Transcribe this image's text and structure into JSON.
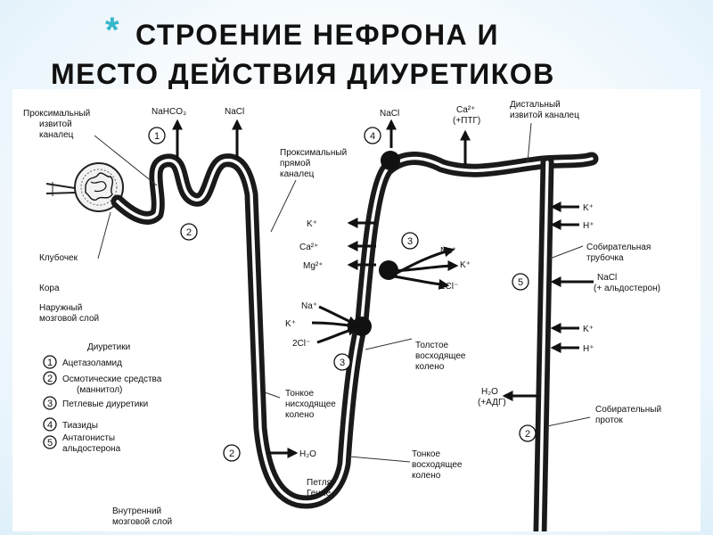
{
  "title": {
    "bullet": "*",
    "line1": "СТРОЕНИЕ НЕФРОНА И",
    "line2": "МЕСТО ДЕЙСТВИЯ ДИУРЕТИКОВ"
  },
  "diagram": {
    "segments": {
      "proximal_convoluted_1": "Проксимальный",
      "proximal_convoluted_2": "извитой",
      "proximal_convoluted_3": "каналец",
      "proximal_straight_1": "Проксимальный",
      "proximal_straight_2": "прямой",
      "proximal_straight_3": "каналец",
      "distal_1": "Дистальный",
      "distal_2": "извитой каналец",
      "glomerulus": "Клубочек",
      "cortex": "Кора",
      "outer_medulla_1": "Наружный",
      "outer_medulla_2": "мозговой слой",
      "collecting_tubule_1": "Собирательная",
      "collecting_tubule_2": "трубочка",
      "thick_asc_1": "Толстое",
      "thick_asc_2": "восходящее",
      "thick_asc_3": "колено",
      "thin_desc_1": "Тонкое",
      "thin_desc_2": "нисходящее",
      "thin_desc_3": "колено",
      "thin_asc_1": "Тонкое",
      "thin_asc_2": "восходящее",
      "thin_asc_3": "колено",
      "collecting_duct_1": "Собирательный",
      "collecting_duct_2": "проток",
      "loop_1": "Петля",
      "loop_2": "Генле",
      "inner_medulla_1": "Внутренний",
      "inner_medulla_2": "мозговой слой"
    },
    "ions": {
      "nahco3": "NaHCO₃",
      "nacl_1": "NaCl",
      "nacl_2": "NaCl",
      "ca_pth_1": "Ca²⁺",
      "ca_pth_2": "(+ПТГ)",
      "k_1": "K⁺",
      "ca": "Ca²⁺",
      "mg": "Mg²⁺",
      "na_out": "Na⁺",
      "k_out": "K⁺",
      "cl_out": "2Cl⁻",
      "na_in": "Na⁺",
      "k_in": "K⁺",
      "cl_in": "2Cl⁻",
      "h2o_1": "H₂O",
      "h2o_2": "H₂O",
      "adh": "(+АДГ)",
      "k_r1": "K⁺",
      "h_r1": "H⁺",
      "nacl_r": "NaCl",
      "aldosterone": "(+ альдостерон)",
      "k_r2": "K⁺",
      "h_r2": "H⁺"
    },
    "markers": {
      "m1": "1",
      "m2a": "2",
      "m4": "4",
      "m3a": "3",
      "m3b": "3",
      "m5": "5",
      "m2b": "2",
      "m2c": "2"
    },
    "legend": {
      "title": "Диуретики",
      "items": [
        {
          "num": "1",
          "text1": "Ацетазоламид",
          "text2": ""
        },
        {
          "num": "2",
          "text1": "Осмотические средства",
          "text2": "(маннитол)"
        },
        {
          "num": "3",
          "text1": "Петлевые диуретики",
          "text2": ""
        },
        {
          "num": "4",
          "text1": "Тиазиды",
          "text2": ""
        },
        {
          "num": "5",
          "text1": "Антагонисты",
          "text2": "альдостерона"
        }
      ]
    }
  }
}
